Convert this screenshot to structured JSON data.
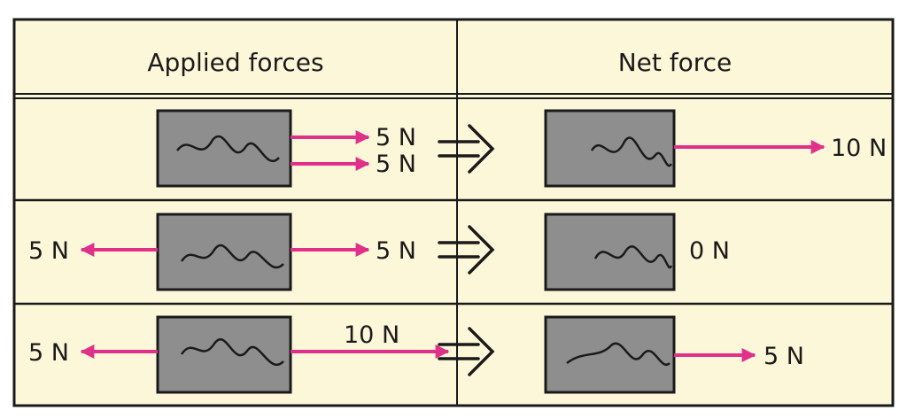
{
  "headers": {
    "applied": "Applied forces",
    "net": "Net force"
  },
  "rows": [
    {
      "applied_labels": [
        "5 N",
        "5 N"
      ],
      "net_label": "10 N"
    },
    {
      "applied_labels": [
        "5 N",
        "5 N"
      ],
      "net_label": "0 N"
    },
    {
      "applied_labels": [
        "5 N",
        "10 N"
      ],
      "net_label": "5 N"
    }
  ],
  "colors": {
    "table_fill": "#fdf7d9",
    "box_fill": "#8e8e8e",
    "arrow": "#e0308a",
    "line": "#1a1a1a"
  }
}
